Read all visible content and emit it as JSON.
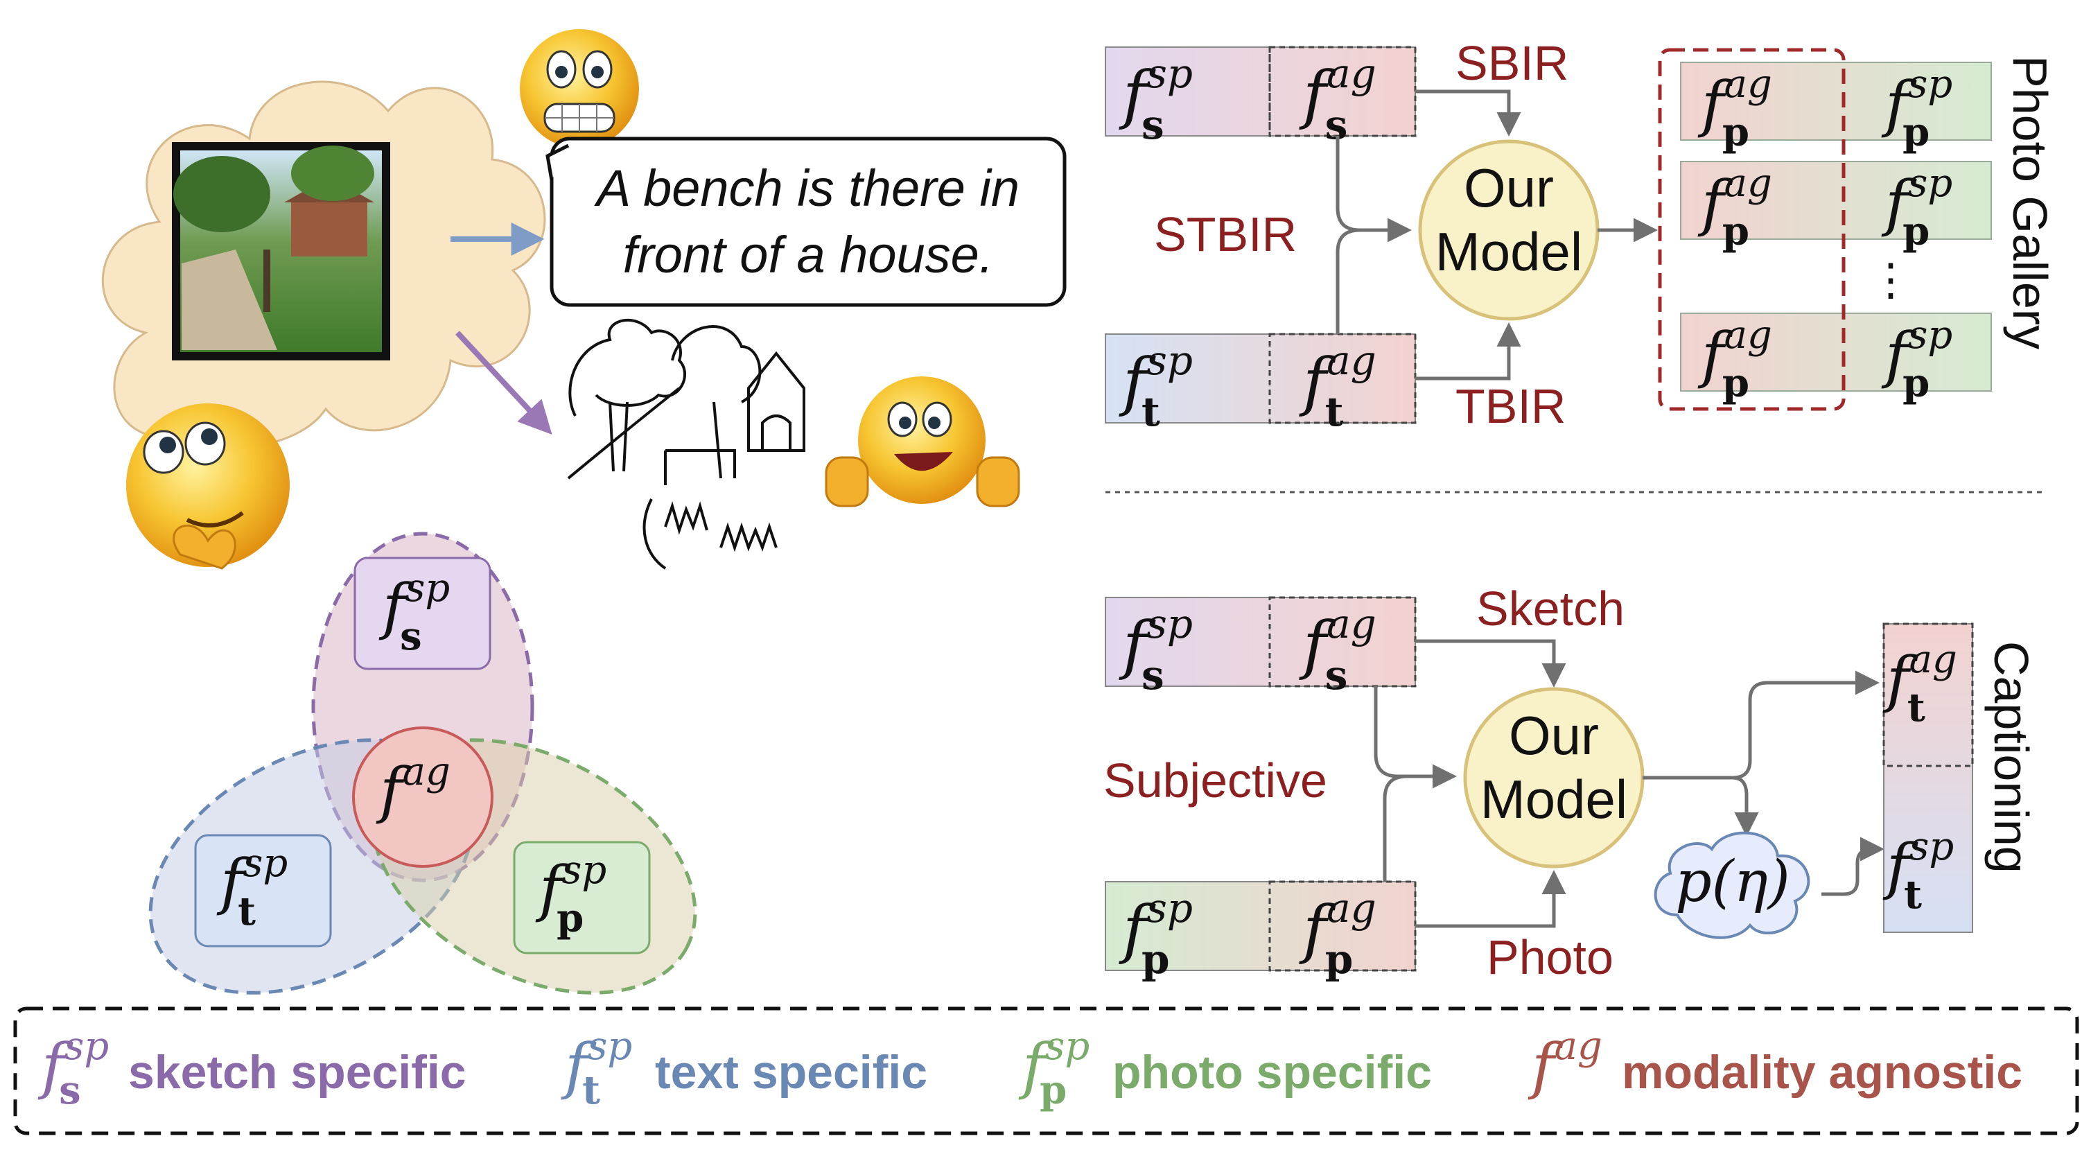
{
  "colors": {
    "sketch": "#8a6aa8",
    "text": "#6a88b4",
    "photo": "#7aab6a",
    "agnostic": "#a8544a",
    "red_label": "#8c1f1f",
    "arrow": "#707070",
    "model_fill": "#f9f1c8",
    "model_stroke": "#d8c178",
    "thought_fill": "#f8e6c4"
  },
  "top_left": {
    "caption_line1": "A bench is there in",
    "caption_line2": "front of a house.",
    "icons": [
      "scared-emoji-icon",
      "thinking-emoji-icon",
      "thumbs-up-emoji-icon",
      "photo-thumbnail",
      "sketch-drawing"
    ]
  },
  "feature": {
    "base": "f",
    "sp": "sp",
    "ag": "ag",
    "s": "s",
    "t": "t",
    "p": "p"
  },
  "retrieval": {
    "sbir": "SBIR",
    "stbir": "STBIR",
    "tbir": "TBIR",
    "model_line1": "Our",
    "model_line2": "Model",
    "gallery_label": "Photo Gallery",
    "ellipsis": "⋮"
  },
  "captioning": {
    "sketch": "Sketch",
    "subjective": "Subjective",
    "photo": "Photo",
    "model_line1": "Our",
    "model_line2": "Model",
    "p_eta": "p(η)",
    "label": "Captioning"
  },
  "legend": {
    "sketch": "sketch specific",
    "text": "text specific",
    "photo": "photo specific",
    "agnostic": "modality agnostic"
  }
}
